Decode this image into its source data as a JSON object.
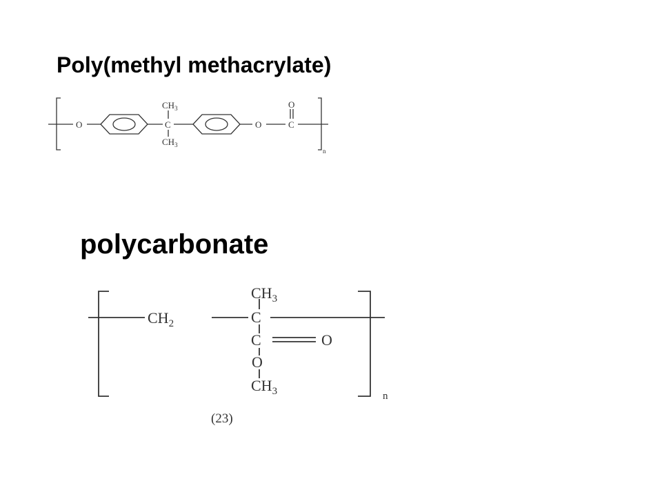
{
  "titles": {
    "first": "Poly(methyl methacrylate)",
    "second": "polycarbonate"
  },
  "structure1": {
    "oxygen_left": "O",
    "oxygen_right": "O",
    "carbon_center": "C",
    "carbon_carbonyl": "C",
    "carbonyl_oxygen": "O",
    "methyl_top": "CH",
    "methyl_top_sub": "3",
    "methyl_bottom": "CH",
    "methyl_bottom_sub": "3",
    "repeat_subscript": "n"
  },
  "structure2": {
    "methylene": "CH",
    "methylene_sub": "2",
    "carbon_center": "C",
    "carbon_ester": "C",
    "carbonyl_oxygen": "O",
    "ester_oxygen": "O",
    "methyl_top": "CH",
    "methyl_top_sub": "3",
    "methyl_bottom": "CH",
    "methyl_bottom_sub": "3",
    "repeat_subscript": "n",
    "compound_number": "(23)"
  },
  "colors": {
    "text": "#000000",
    "structure": "#333333",
    "background": "#ffffff"
  }
}
